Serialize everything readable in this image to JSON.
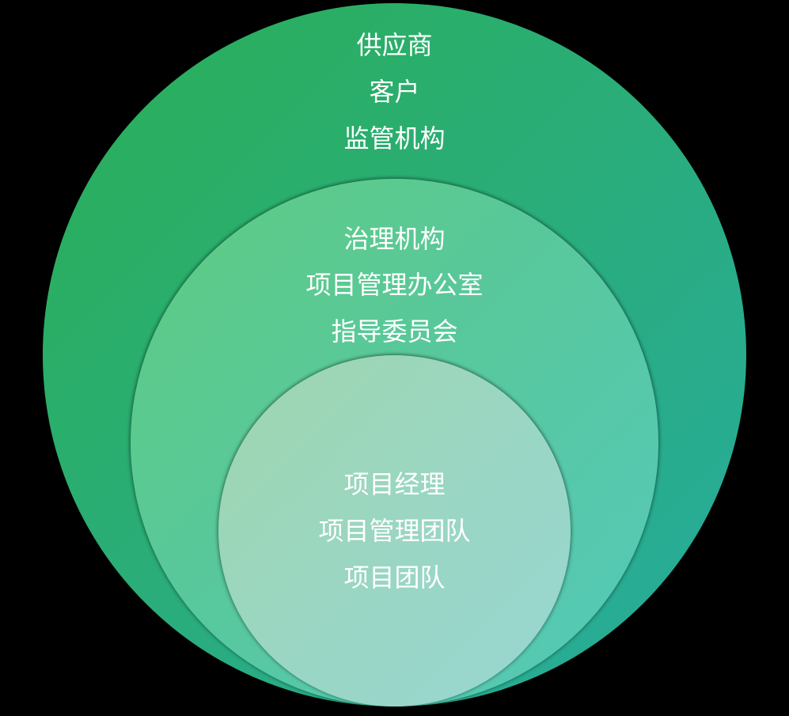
{
  "diagram": {
    "type": "nested-circles",
    "title": "",
    "colors": {
      "background": "#000000",
      "outer": [
        "#2aaf55",
        "#27aba0"
      ],
      "middle": [
        "#5fcc80",
        "#55c9bb"
      ],
      "inner": [
        "#9fd6ae",
        "#98d6d2"
      ],
      "text": "#ffffff"
    },
    "layers": [
      {
        "name": "outer",
        "items": [
          "供应商",
          "客户",
          "监管机构"
        ]
      },
      {
        "name": "middle",
        "items": [
          "治理机构",
          "项目管理办公室",
          "指导委员会"
        ]
      },
      {
        "name": "inner",
        "items": [
          "项目经理",
          "项目管理团队",
          "项目团队"
        ]
      }
    ]
  }
}
